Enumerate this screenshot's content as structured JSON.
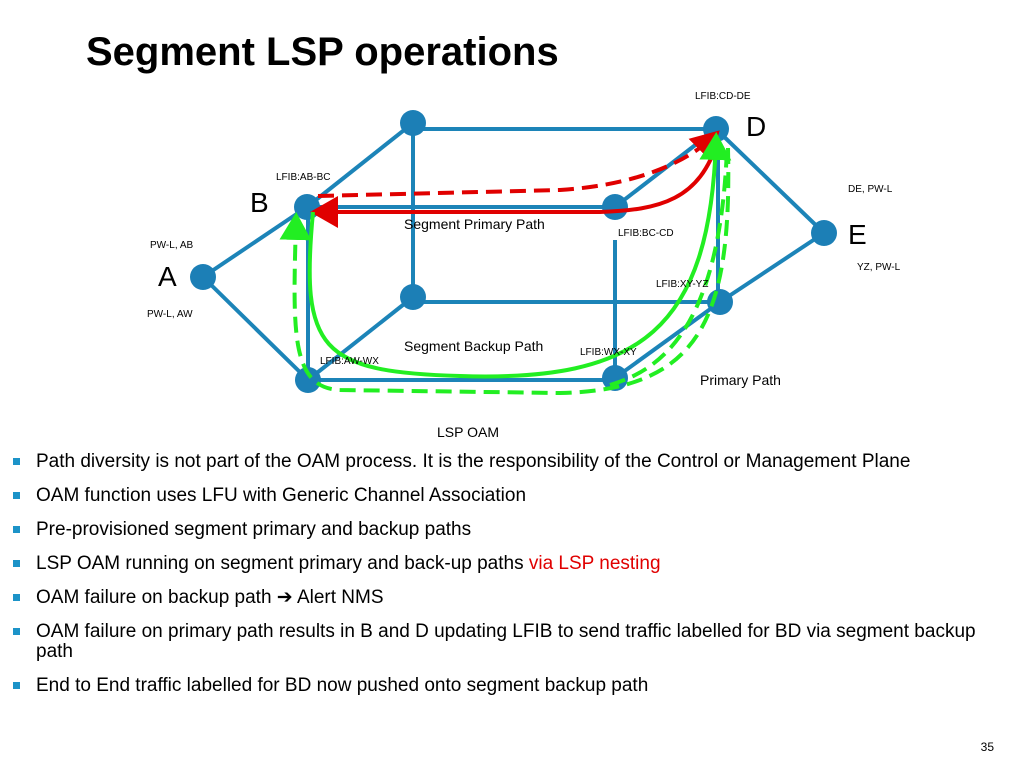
{
  "title": "Segment LSP operations",
  "diagram": {
    "nodes": {
      "A": "A",
      "B": "B",
      "D": "D",
      "E": "E"
    },
    "labels": {
      "lfib_cd_de": "LFIB:CD-DE",
      "lfib_ab_bc": "LFIB:AB-BC",
      "de_pw_l": "DE, PW-L",
      "pw_l_ab": "PW-L, AB",
      "lfib_bc_cd": "LFIB:BC-CD",
      "yz_pw_l": "YZ, PW-L",
      "lfib_xy_yz": "LFIB:XY-YZ",
      "pw_l_aw": "PW-L, AW",
      "lfib_aw_wx": "LFIB:AW-WX",
      "lfib_wx_xy": "LFIB:WX-XY",
      "segment_primary_path": "Segment Primary Path",
      "segment_backup_path": "Segment Backup Path",
      "primary_path": "Primary Path",
      "lsp_oam": "LSP OAM"
    },
    "colors": {
      "link": "#1c84b8",
      "node": "#1c7fb6",
      "primary": "#e00000",
      "backup": "#22ee22"
    }
  },
  "bullets": [
    {
      "text": "Path diversity is not part of the OAM process. It is the responsibility of the Control or Management  Plane",
      "highlight": ""
    },
    {
      "text": "OAM function uses LFU with Generic Channel Association",
      "highlight": ""
    },
    {
      "text": "Pre-provisioned segment primary and backup paths",
      "highlight": ""
    },
    {
      "text": "LSP OAM running on segment primary and back-up paths ",
      "highlight": "via LSP nesting"
    },
    {
      "text": "OAM failure on backup path ➔ Alert NMS",
      "highlight": ""
    },
    {
      "text": "OAM failure on primary path results in B and D updating LFIB to send traffic labelled for BD via segment backup path",
      "highlight": ""
    },
    {
      "text": "End to End traffic labelled for BD now pushed onto segment backup path",
      "highlight": ""
    }
  ],
  "page_number": "35"
}
